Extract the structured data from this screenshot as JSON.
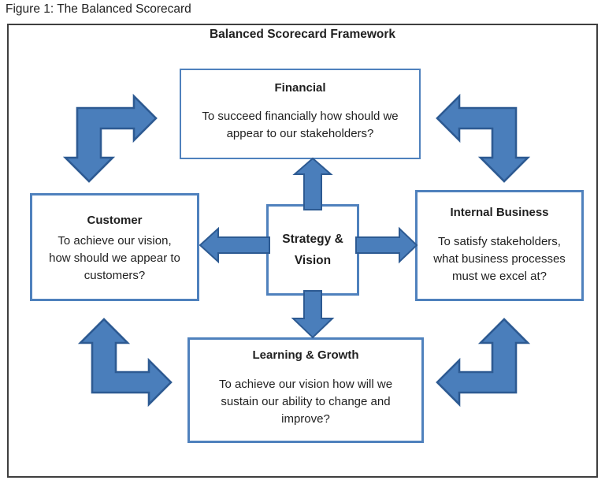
{
  "figure_caption": "Figure 1: The Balanced Scorecard",
  "diagram_title": "Balanced Scorecard Framework",
  "boxes": {
    "financial": {
      "title": "Financial",
      "line1": "To succeed financially how should we",
      "line2": "appear to our stakeholders?"
    },
    "customer": {
      "title": "Customer",
      "line1": "To achieve our vision,",
      "line2": "how should we appear to",
      "line3": "customers?"
    },
    "internal_business": {
      "title": "Internal Business",
      "line1": "To satisfy stakeholders,",
      "line2": "what business processes",
      "line3": "must we excel at?"
    },
    "strategy_vision": {
      "line1": "Strategy &",
      "line2": "Vision"
    },
    "learning_growth": {
      "title": "Learning & Growth",
      "line1": "To achieve our vision how will we",
      "line2": "sustain our ability to change and",
      "line3": "improve?"
    }
  },
  "icons": {
    "corner_top_left": "bent-arrow-right-and-down",
    "corner_top_right": "bent-arrow-left-and-down",
    "corner_bottom_left": "bent-arrow-up-and-right",
    "corner_bottom_right": "bent-arrow-up-and-left",
    "center_up": "arrow-up",
    "center_down": "arrow-down",
    "center_left": "arrow-left",
    "center_right": "arrow-right"
  },
  "colors": {
    "arrow_fill": "#4a7ebb",
    "arrow_stroke": "#2d5a92",
    "box_border": "#4f81bd",
    "frame_border": "#3f3f3f",
    "text": "#1f1f1f"
  }
}
